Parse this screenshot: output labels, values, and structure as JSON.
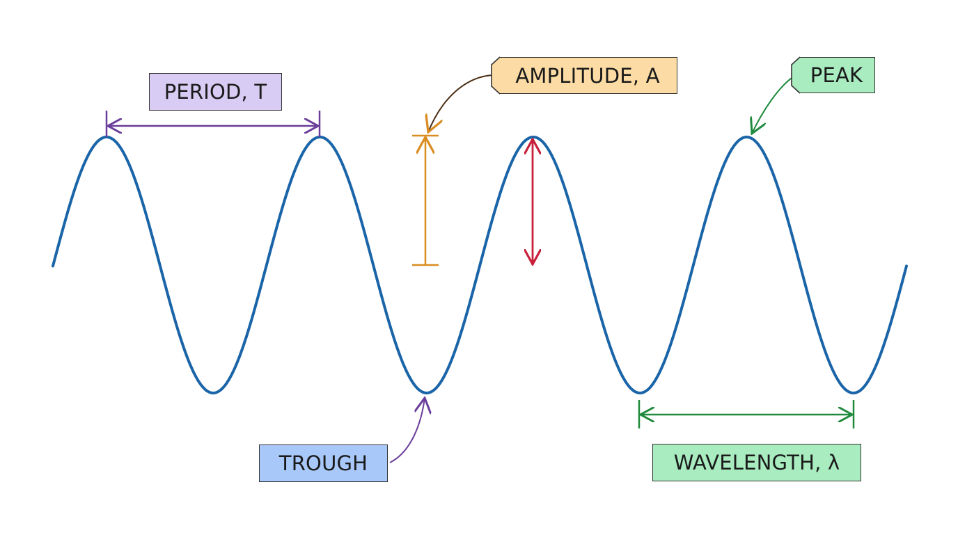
{
  "labels": {
    "period": "PERIOD, T",
    "amplitude": "AMPLITUDE, A",
    "peak": "PEAK",
    "trough": "TROUGH",
    "wavelength": "WAVELENGTH, λ"
  },
  "colors": {
    "wave": "#1a64a8",
    "period": "#6a3d9a",
    "period_fill": "#d9ccf4",
    "amplitude": "#d98c1f",
    "amplitude_fill": "#fcdca4",
    "peak": "#1f8a3c",
    "peak_fill": "#a8ecc0",
    "trough": "#6a3d9a",
    "trough_fill": "#a8c8fa",
    "wavelength": "#1f8a3c",
    "wavelength_fill": "#a8ecc0",
    "red_arrow": "#c8203a"
  },
  "wave": {
    "cycles": 4
  }
}
